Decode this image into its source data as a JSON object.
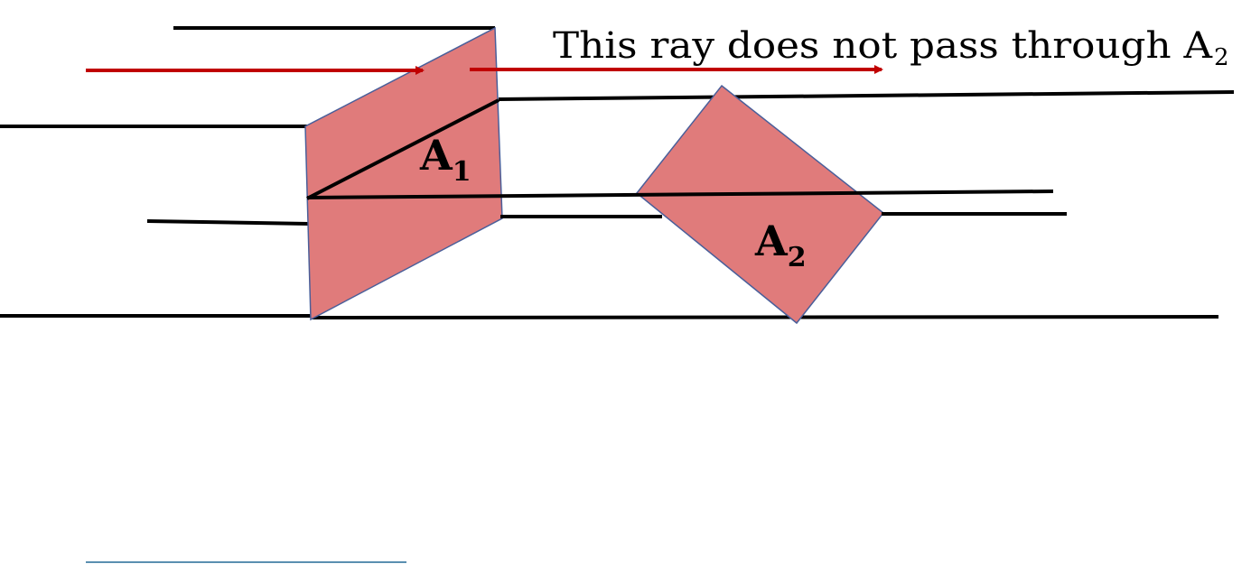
{
  "annotation": {
    "text": "This ray does not pass through A",
    "subscript": "2"
  },
  "surfaces": [
    {
      "letter": "A",
      "subscript": "1"
    },
    {
      "letter": "A",
      "subscript": "2"
    }
  ],
  "colors": {
    "surface_fill": "#e07b7b",
    "surface_stroke": "#4a5f9a",
    "ray": "#c00000",
    "line": "#000000",
    "bottom_rule": "#5a8fb0"
  }
}
